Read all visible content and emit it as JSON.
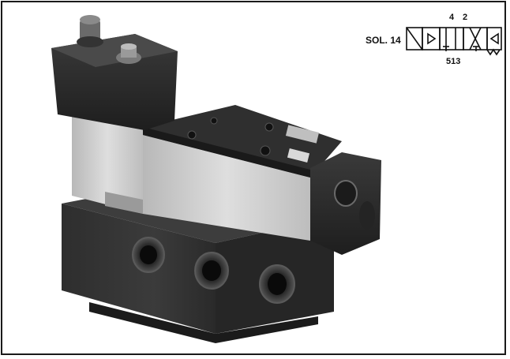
{
  "symbol": {
    "solenoid_label": "SOL. 14",
    "port_top_a": "4",
    "port_top_b": "2",
    "port_bottom": "513"
  },
  "colors": {
    "frame": "#1a1a1a",
    "body_dark": "#2b2b2b",
    "body_light": "#c9c9c9",
    "background": "#ffffff"
  },
  "icons": {
    "product": "solenoid-valve-photo",
    "schematic": "valve-iso-symbol"
  }
}
